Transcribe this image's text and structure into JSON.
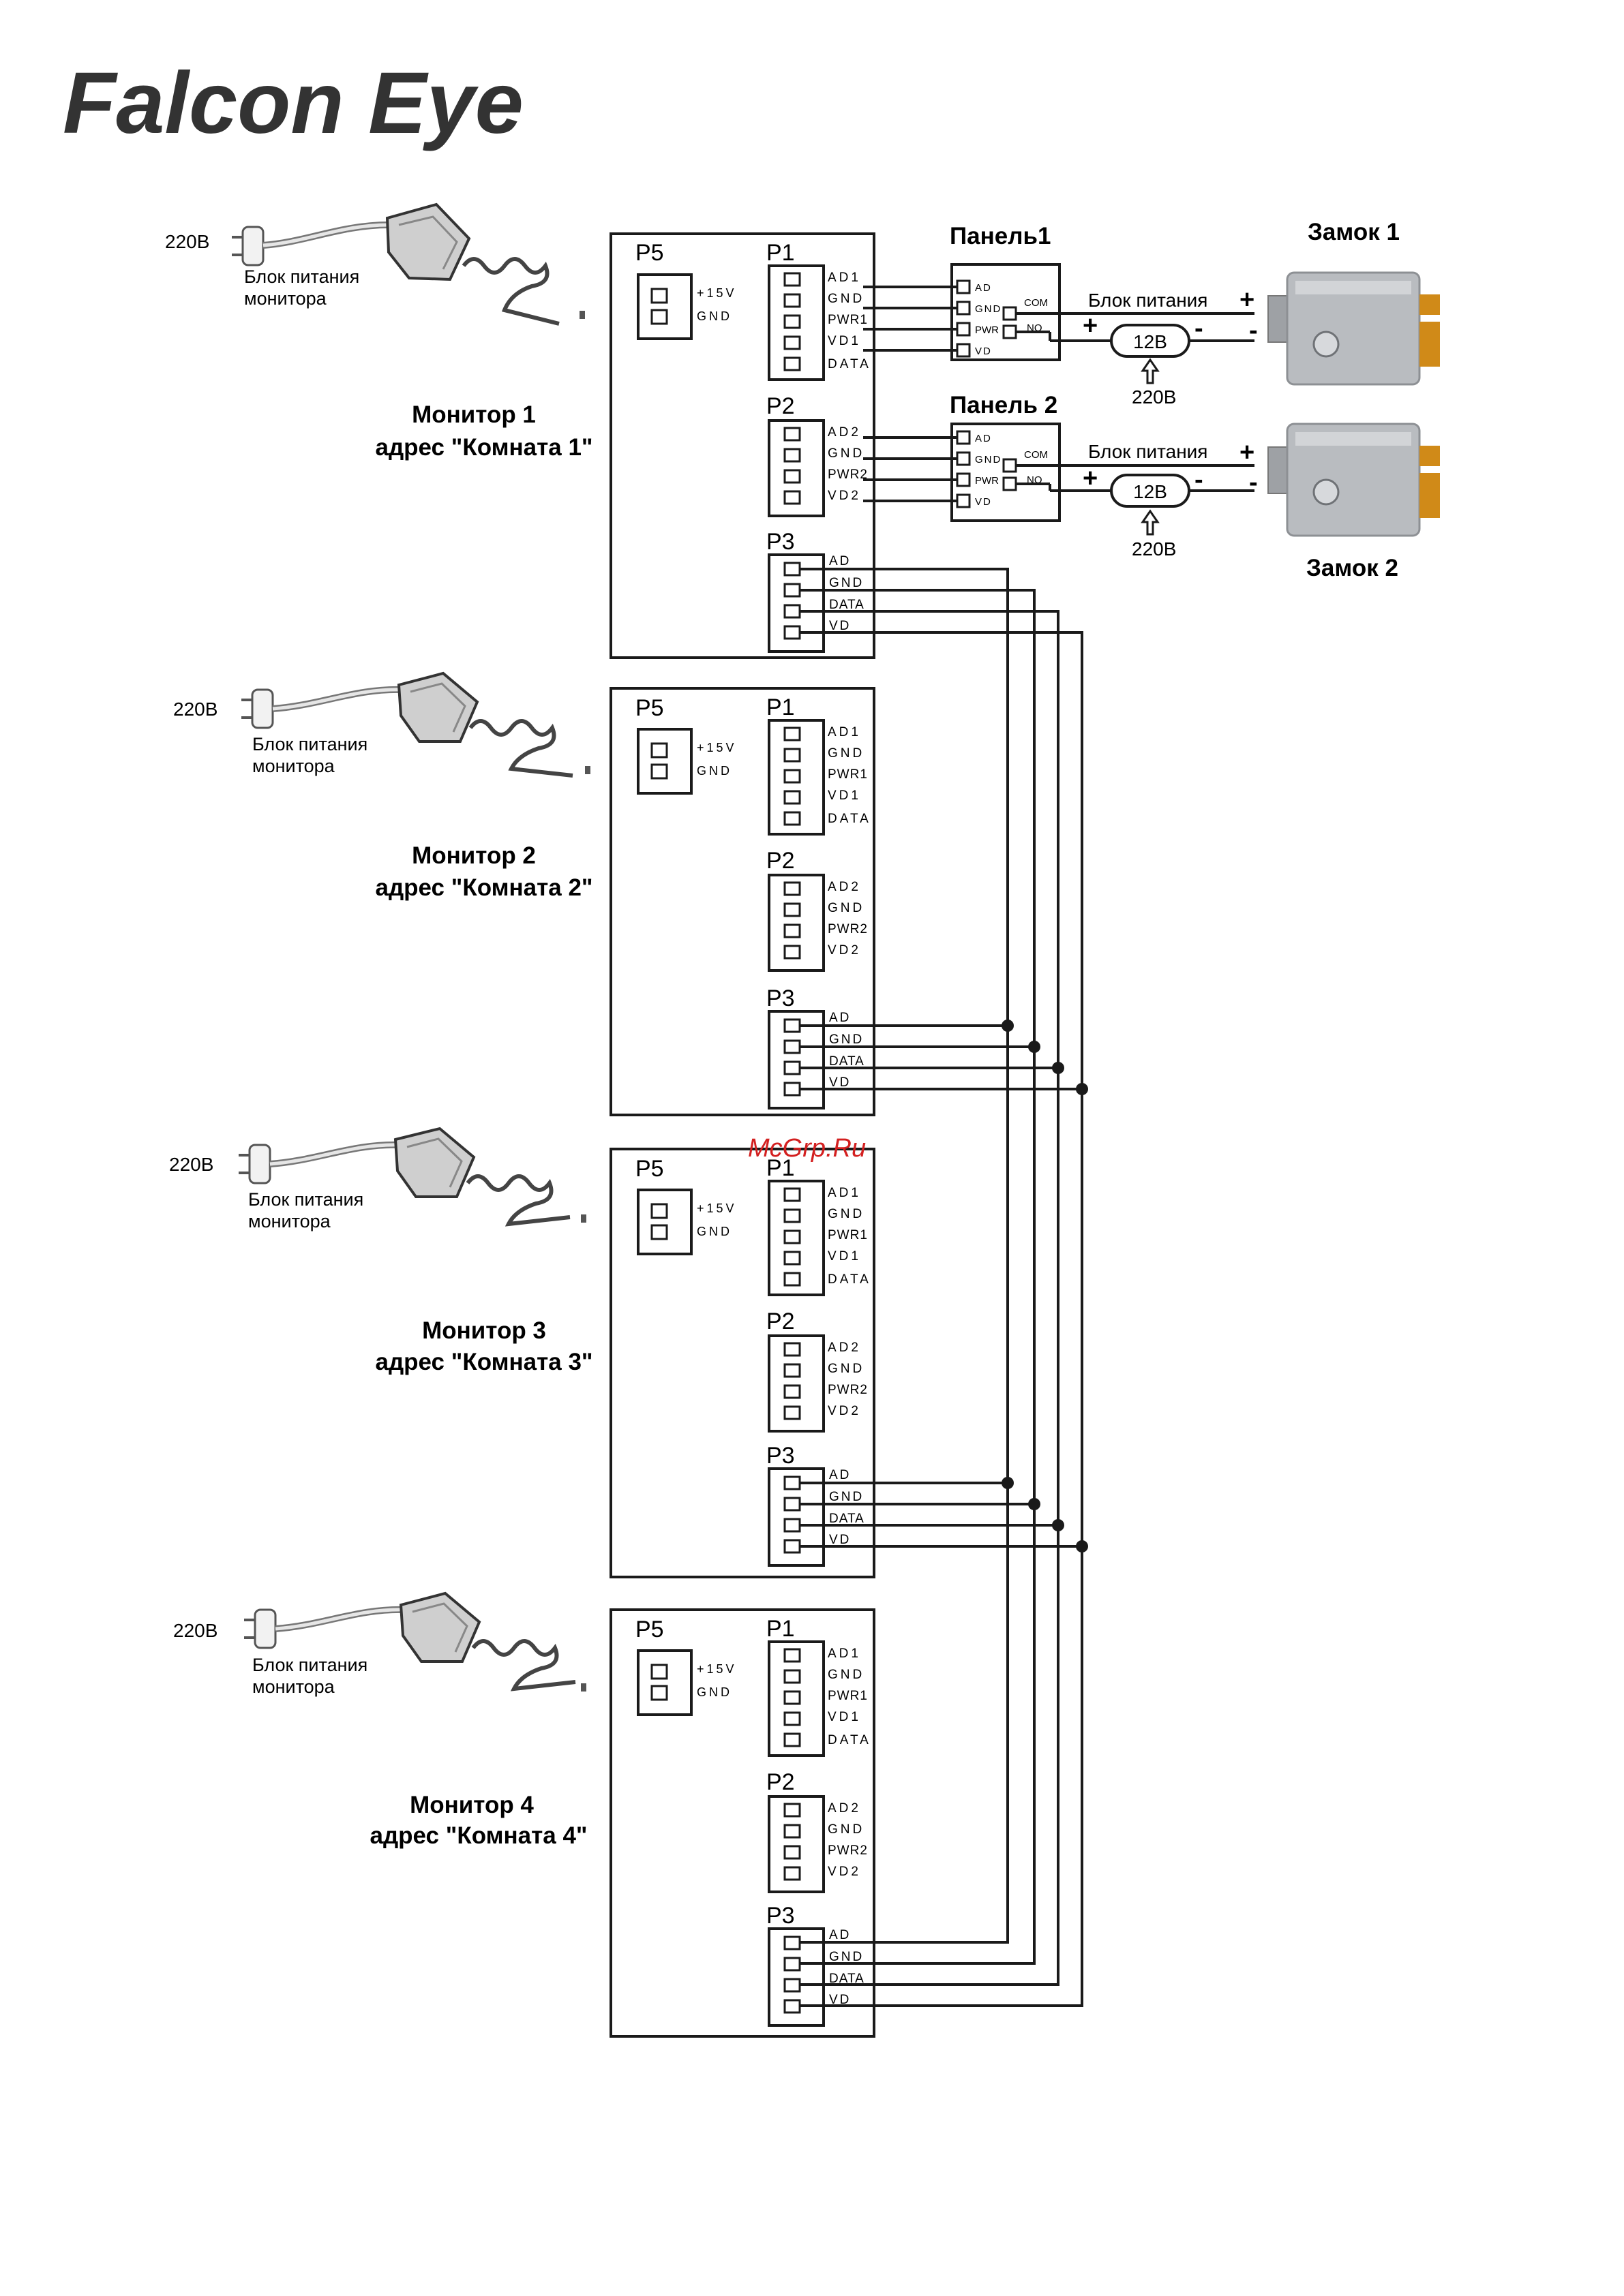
{
  "brand": {
    "logo": "Falcon Eye"
  },
  "watermark": "McGrp.Ru",
  "connector_labels": {
    "p1": "P1",
    "p2": "P2",
    "p3": "P3",
    "p5": "P5"
  },
  "p5_pins": [
    "+15V",
    "GND"
  ],
  "p1_pins": [
    "AD1",
    "GND",
    "PWR1",
    "VD1",
    "DATA"
  ],
  "p2_pins": [
    "AD2",
    "GND",
    "PWR2",
    "VD2"
  ],
  "p3_pins": [
    "AD",
    "GND",
    "DATA",
    "VD"
  ],
  "monitors": [
    {
      "name": "Монитор 1",
      "address": "адрес \"Комната 1\"",
      "mains": "220В",
      "psu_label": [
        "Блок питания",
        "монитора"
      ]
    },
    {
      "name": "Монитор 2",
      "address": "адрес \"Комната 2\"",
      "mains": "220В",
      "psu_label": [
        "Блок питания",
        "монитора"
      ]
    },
    {
      "name": "Монитор 3",
      "address": "адрес \"Комната 3\"",
      "mains": "220В",
      "psu_label": [
        "Блок питания",
        "монитора"
      ]
    },
    {
      "name": "Монитор 4",
      "address": "адрес \"Комната 4\"",
      "mains": "220В",
      "psu_label": [
        "Блок питания",
        "монитора"
      ]
    }
  ],
  "panels": [
    {
      "title": "Панель1",
      "pins": [
        "AD",
        "GND",
        "PWR",
        "VD"
      ],
      "relay": [
        "COM",
        "NO"
      ]
    },
    {
      "title": "Панель 2",
      "pins": [
        "AD",
        "GND",
        "PWR",
        "VD"
      ],
      "relay": [
        "COM",
        "NO"
      ]
    }
  ],
  "locks": [
    {
      "title": "Замок 1",
      "psu_label": "Блок питания",
      "voltage": "12В",
      "mains": "220В",
      "plus": "+",
      "minus": "-"
    },
    {
      "title": "Замок 2",
      "psu_label": "Блок питания",
      "voltage": "12В",
      "mains": "220В",
      "plus": "+",
      "minus": "-"
    }
  ],
  "colors": {
    "line": "#1a1a1a",
    "watermark": "#d32020",
    "lock_body": "#b9bcc0",
    "lock_terminal": "#d08a18"
  }
}
